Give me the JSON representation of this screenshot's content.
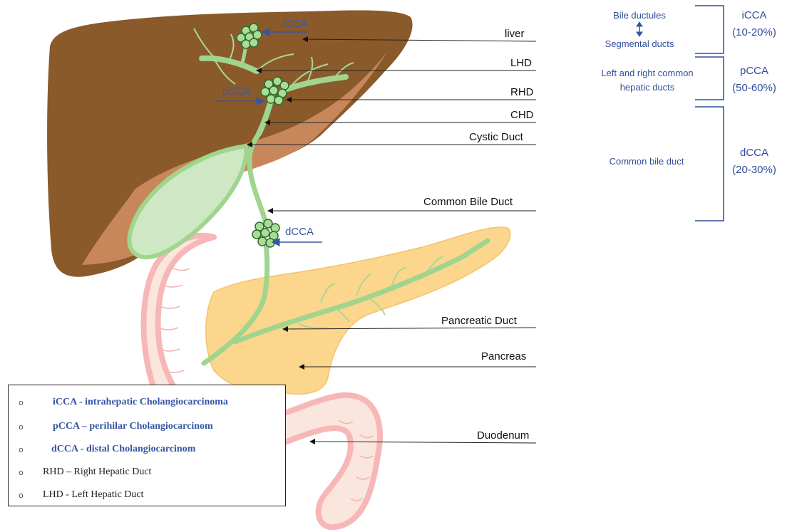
{
  "labels": {
    "liver": "liver",
    "lhd": "LHD",
    "rhd": "RHD",
    "chd": "CHD",
    "cystic": "Cystic Duct",
    "cbd": "Common Bile Duct",
    "pancreatic_duct": "Pancreatic Duct",
    "pancreas": "Pancreas",
    "duodenum": "Duodenum"
  },
  "tumor_labels": {
    "icca": "iCCA",
    "pcca": "pCCA",
    "dcca": "dCCA"
  },
  "classification": [
    {
      "region_top": "Bile ductules",
      "region_bottom": "Segmental ducts",
      "name": "iCCA",
      "pct": "(10-20%)"
    },
    {
      "region_top": "Left and right common",
      "region_bottom": "hepatic ducts",
      "name": "pCCA",
      "pct": "(50-60%)"
    },
    {
      "region_top": "Common bile duct",
      "region_bottom": "",
      "name": "dCCA",
      "pct": "(20-30%)"
    }
  ],
  "legend": [
    {
      "text": "iCCA - intrahepatic Cholangiocarcinoma",
      "style": "blue"
    },
    {
      "text": "pCCA – perihilar Cholangiocarcinom",
      "style": "blue"
    },
    {
      "text": "dCCA -  distal Cholangiocarcinom",
      "style": "blue"
    },
    {
      "text": "RHD – Right Hepatic Duct",
      "style": "black"
    },
    {
      "text": "LHD - Left Hepatic Duct",
      "style": "black"
    }
  ],
  "legend_bullet": "o",
  "colors": {
    "liver_dark": "#8a5a2b",
    "liver_light": "#c98a5e",
    "duct_green": "#9fd58e",
    "gallbladder": "#cfe8c4",
    "pancreas": "#fcd58a",
    "duodenum_fill": "#fbe3d9",
    "duodenum_stroke": "#f6b3b3",
    "label_blue": "#2f4f99"
  }
}
